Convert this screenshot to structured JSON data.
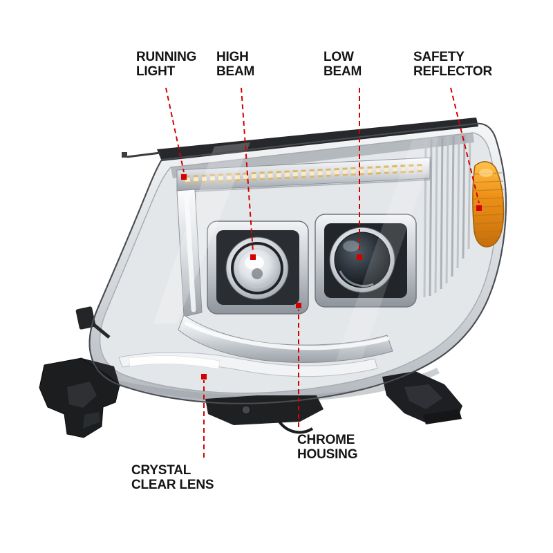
{
  "colors": {
    "background": "#ffffff",
    "label": "#141414",
    "leader": "#d40000",
    "amber": "#ee9117"
  },
  "diagram": {
    "callouts": [
      {
        "id": "running-light",
        "lines": [
          "RUNNING",
          "LIGHT"
        ]
      },
      {
        "id": "high-beam",
        "lines": [
          "HIGH",
          "BEAM"
        ]
      },
      {
        "id": "low-beam",
        "lines": [
          "LOW",
          "BEAM"
        ]
      },
      {
        "id": "safety-reflector",
        "lines": [
          "SAFETY",
          "REFLECTOR"
        ]
      },
      {
        "id": "chrome-housing",
        "lines": [
          "CHROME",
          "HOUSING"
        ]
      },
      {
        "id": "crystal-clear-lens",
        "lines": [
          "CRYSTAL",
          "CLEAR LENS"
        ]
      }
    ]
  }
}
